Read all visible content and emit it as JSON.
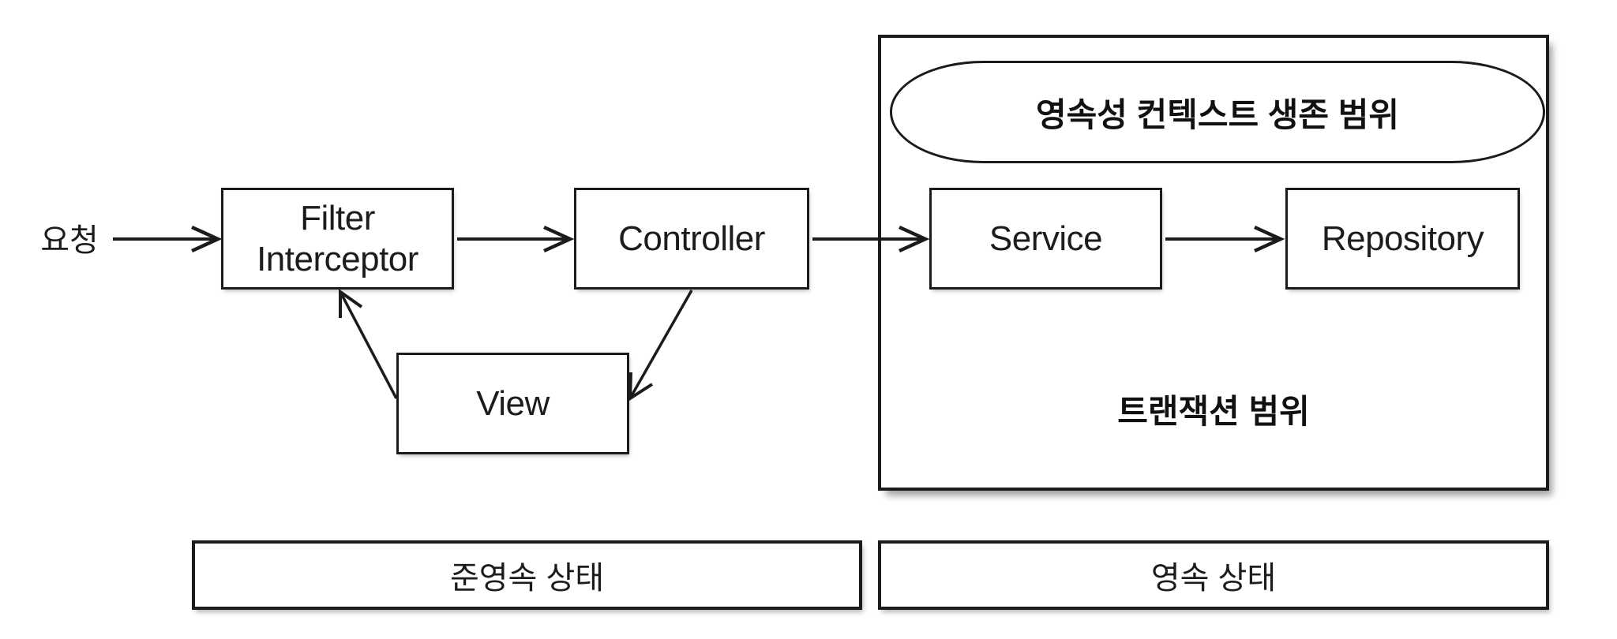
{
  "diagram": {
    "background": "#ffffff",
    "stroke_color": "#1b1b1b",
    "request_label": "요청",
    "nodes": {
      "filter": {
        "line1": "Filter",
        "line2": "Interceptor"
      },
      "controller": {
        "label": "Controller"
      },
      "service": {
        "label": "Service"
      },
      "repository": {
        "label": "Repository"
      },
      "view": {
        "label": "View"
      }
    },
    "scopes": {
      "persistence_context": "영속성 컨텍스트 생존 범위",
      "transaction": "트랜잭션 범위"
    },
    "states": {
      "detached": "준영속 상태",
      "persistent": "영속 상태"
    }
  }
}
